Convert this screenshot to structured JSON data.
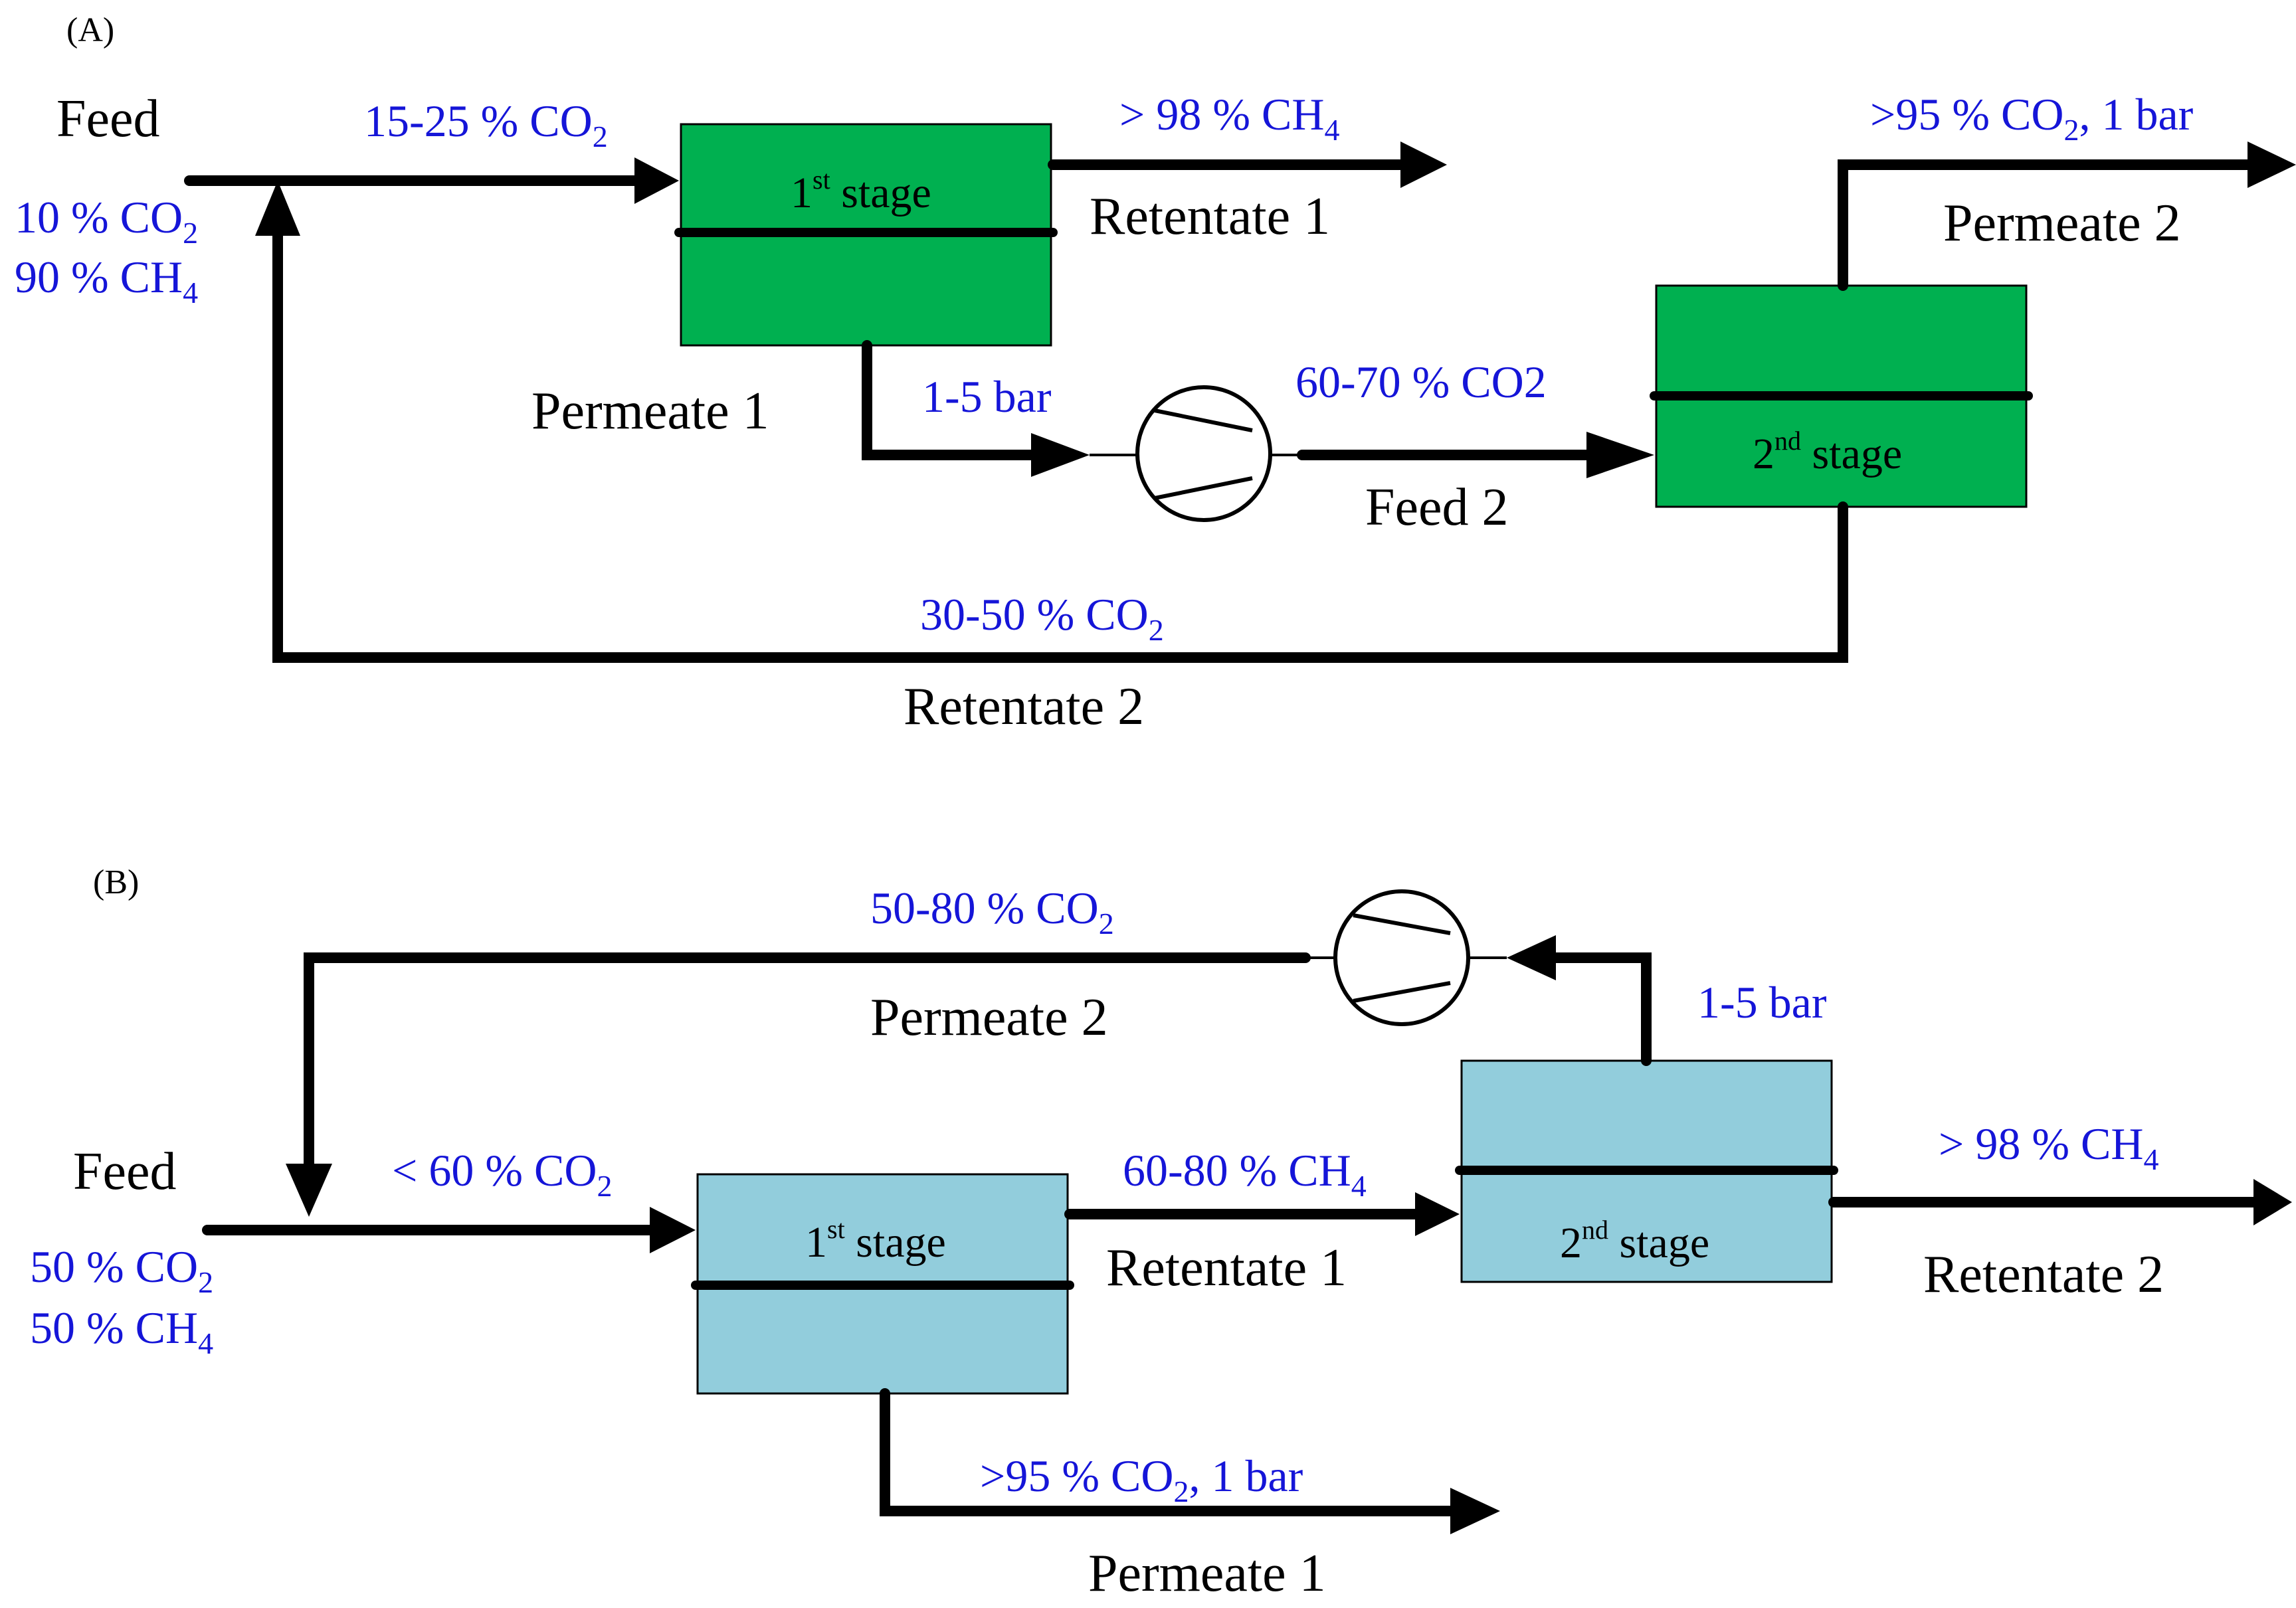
{
  "colors": {
    "stage_fill_a": "#00b050",
    "stage_fill_b": "#92cddc",
    "annotation_text": "#1515d8",
    "line": "#000000"
  },
  "panel_a": {
    "label": "(A)",
    "feed": {
      "title": "Feed",
      "comp_line1": "10 % CO",
      "comp_line1_sub": "2",
      "comp_line2": "90 % CH",
      "comp_line2_sub": "4"
    },
    "stage1": {
      "num": "1",
      "sup": "st",
      "word": " stage"
    },
    "stage2": {
      "num": "2",
      "sup": "nd",
      "word": " stage"
    },
    "feed_mix_comp": {
      "text": "15-25 % CO",
      "sub": "2"
    },
    "retentate1": {
      "label": "Retentate 1",
      "comp": "> 98 % CH",
      "comp_sub": "4"
    },
    "permeate1": {
      "label": "Permeate 1",
      "pressure": "1-5 bar"
    },
    "feed2": {
      "label": "Feed 2",
      "comp": "60-70 % CO2"
    },
    "permeate2": {
      "label": "Permeate 2",
      "comp": ">95 % CO",
      "comp_sub": "2",
      "comp_tail": ",  1 bar"
    },
    "retentate2": {
      "label": "Retentate 2",
      "comp": "30-50 % CO",
      "comp_sub": "2"
    }
  },
  "panel_b": {
    "label": "(B)",
    "feed": {
      "title": "Feed",
      "comp_line1": "50 % CO",
      "comp_line1_sub": "2",
      "comp_line2": "50 % CH",
      "comp_line2_sub": "4"
    },
    "stage1": {
      "num": "1",
      "sup": "st",
      "word": " stage"
    },
    "stage2": {
      "num": "2",
      "sup": "nd",
      "word": " stage"
    },
    "feed_mix_comp": {
      "text": "< 60 % CO",
      "sub": "2"
    },
    "recycle": {
      "label": "Permeate 2",
      "comp": "50-80 % CO",
      "comp_sub": "2",
      "pressure": "1-5 bar"
    },
    "retentate1": {
      "label": "Retentate 1",
      "comp": "60-80 % CH",
      "comp_sub": "4"
    },
    "retentate2": {
      "label": "Retentate 2",
      "comp": "> 98 % CH",
      "comp_sub": "4"
    },
    "permeate1": {
      "label": "Permeate 1",
      "comp": ">95 % CO",
      "comp_sub": "2",
      "comp_tail": ",  1 bar"
    }
  }
}
